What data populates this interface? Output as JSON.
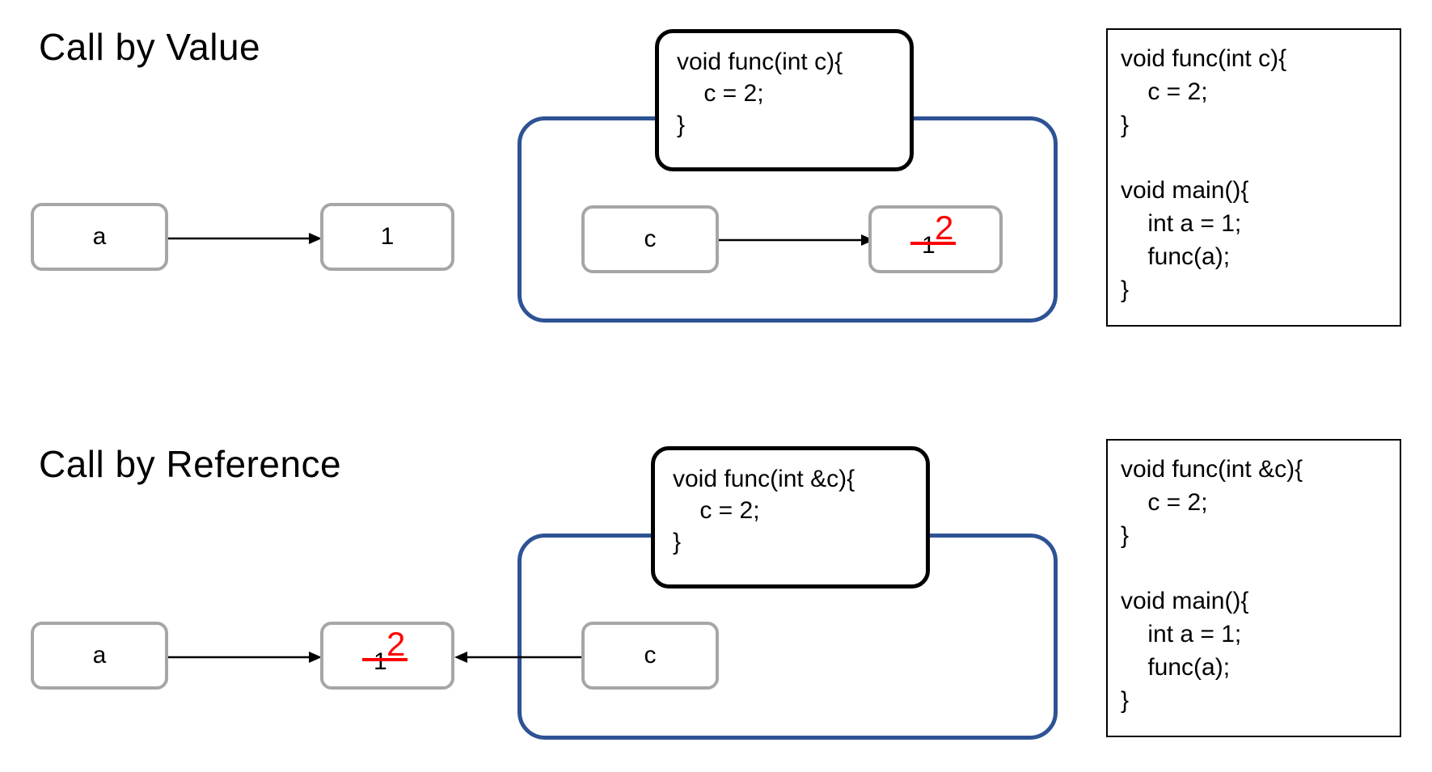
{
  "page": {
    "background_color": "#ffffff",
    "accent_blue": "#2E5395",
    "box_border_grey": "#A6A6A6",
    "highlight_red": "#FF0000",
    "ink_black": "#000000"
  },
  "sections": [
    {
      "id": "call-by-value",
      "title": "Call by Value",
      "caller_variable": {
        "label": "a"
      },
      "caller_value": {
        "label": "1"
      },
      "callee_variable": {
        "label": "c"
      },
      "callee_value": {
        "old": "1",
        "new": "2"
      },
      "function_box": {
        "lines": [
          "void func(int c){",
          "    c = 2;",
          "}"
        ],
        "text": "void func(int c){\n    c = 2;\n}"
      },
      "code_panel": {
        "lines": [
          "void func(int c){",
          "    c = 2;",
          "}",
          "",
          "void main(){",
          "    int a = 1;",
          "    func(a);",
          "}"
        ],
        "text": "void func(int c){\n    c = 2;\n}\n\nvoid main(){\n    int a = 1;\n    func(a);\n}"
      }
    },
    {
      "id": "call-by-reference",
      "title": "Call by Reference",
      "caller_variable": {
        "label": "a"
      },
      "caller_value": {
        "old": "1",
        "new": "2"
      },
      "callee_variable": {
        "label": "c"
      },
      "function_box": {
        "lines": [
          "void func(int &c){",
          "    c = 2;",
          "}"
        ],
        "text": "void func(int &c){\n    c = 2;\n}"
      },
      "code_panel": {
        "lines": [
          "void func(int &c){",
          "    c = 2;",
          "}",
          "",
          "void main(){",
          "    int a = 1;",
          "    func(a);",
          "}"
        ],
        "text": "void func(int &c){\n    c = 2;\n}\n\nvoid main(){\n    int a = 1;\n    func(a);\n}"
      }
    }
  ]
}
